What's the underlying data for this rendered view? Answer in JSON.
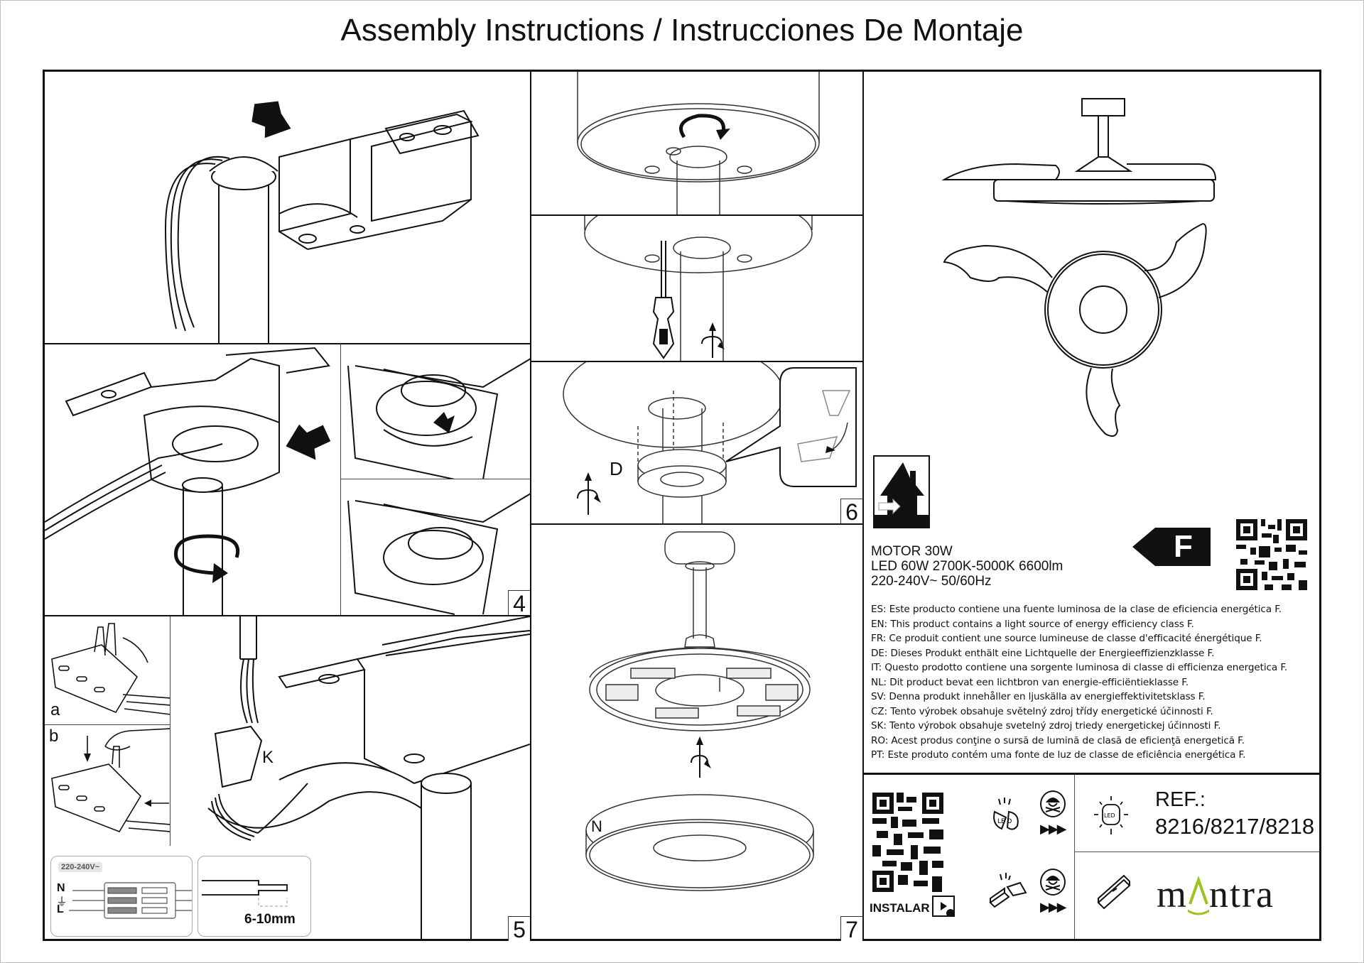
{
  "title": "Assembly Instructions / Instrucciones De Montaje",
  "steps": {
    "step4": "4",
    "step5": "5",
    "step6": "6",
    "step7": "7"
  },
  "labels": {
    "sub_a": "a",
    "sub_b": "b",
    "connector": "K",
    "canopy_ring": "D",
    "diffuser": "N"
  },
  "wiring": {
    "voltage": "220-240V~",
    "neutral": "N",
    "ground": "⏚",
    "live": "L",
    "strip_length": "6-10mm"
  },
  "specs": {
    "motor": "MOTOR 30W",
    "led": "LED 60W 2700K-5000K 6600lm",
    "power": "220-240V~ 50/60Hz"
  },
  "energy_class": "F",
  "efficiency_statements": [
    "ES: Este producto contiene una fuente luminosa de la clase de eficiencia energética F.",
    "EN: This product contains a light source of energy efficiency class F.",
    "FR: Ce produit contient une source lumineuse de classe d'efficacité énergétique F.",
    "DE: Dieses Produkt enthält eine Lichtquelle der Energieeffizienzklasse F.",
    "IT: Questo prodotto contiene una sorgente luminosa di classe di efficienza energetica F.",
    "NL: Dit product bevat een lichtbron van energie-efficiëntieklasse F.",
    "SV: Denna produkt innehåller en ljuskälla av energieffektivitetsklass F.",
    "CZ: Tento výrobek obsahuje světelný zdroj třídy energetické účinnosti F.",
    "SK: Tento výrobok obsahuje svetelný zdroj triedy energetickej účinnosti F.",
    "RO: Acest produs conţine o sursă de lumină de clasă de eficienţă energetică F.",
    "PT: Este produto contém uma fonte de luz de classe de eficiência energética F."
  ],
  "install_label": "INSTALAR",
  "ref": {
    "label": "REF.:",
    "value": "8216/8217/8218"
  },
  "brand": {
    "name_left": "m",
    "name_right": "ntra",
    "accent_color": "#9bc31c"
  },
  "icons": {
    "indoor_use": "house-indoor-icon",
    "energy_arrow": "energy-class-arrow-icon",
    "qr_energy": "qr-code-icon",
    "qr_install": "qr-code-icon",
    "broken_led": "broken-led-icon",
    "technician": "technician-icon",
    "led_replace": "led-lamp-icon",
    "broken_driver": "broken-driver-icon",
    "driver_replace": "driver-icon",
    "video": "video-play-icon"
  }
}
